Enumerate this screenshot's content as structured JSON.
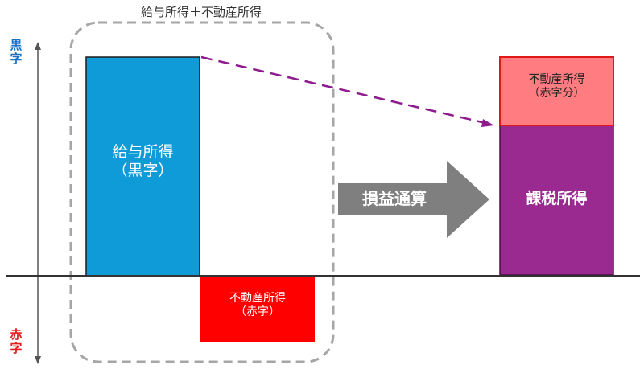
{
  "group_label": "給与所得＋不動産所得",
  "axis": {
    "surplus_label": "黒\n字",
    "deficit_label": "赤\n字",
    "surplus_color": "#1a73c7",
    "deficit_color": "#e02020"
  },
  "salary_box": {
    "line1": "給与所得",
    "line2": "（黒字）",
    "color": "#0f9bd7"
  },
  "realestate_deficit_box": {
    "line1": "不動産所得",
    "line2": "（赤字）",
    "color": "#ff0000"
  },
  "offset_arrow": {
    "label": "損益通算",
    "color": "#7f7f7f"
  },
  "realestate_offset_box": {
    "line1": "不動産所得",
    "line2": "（赤字分）",
    "color": "#ff7c80"
  },
  "taxable_box": {
    "label": "課税所得",
    "color": "#9b2a90"
  }
}
